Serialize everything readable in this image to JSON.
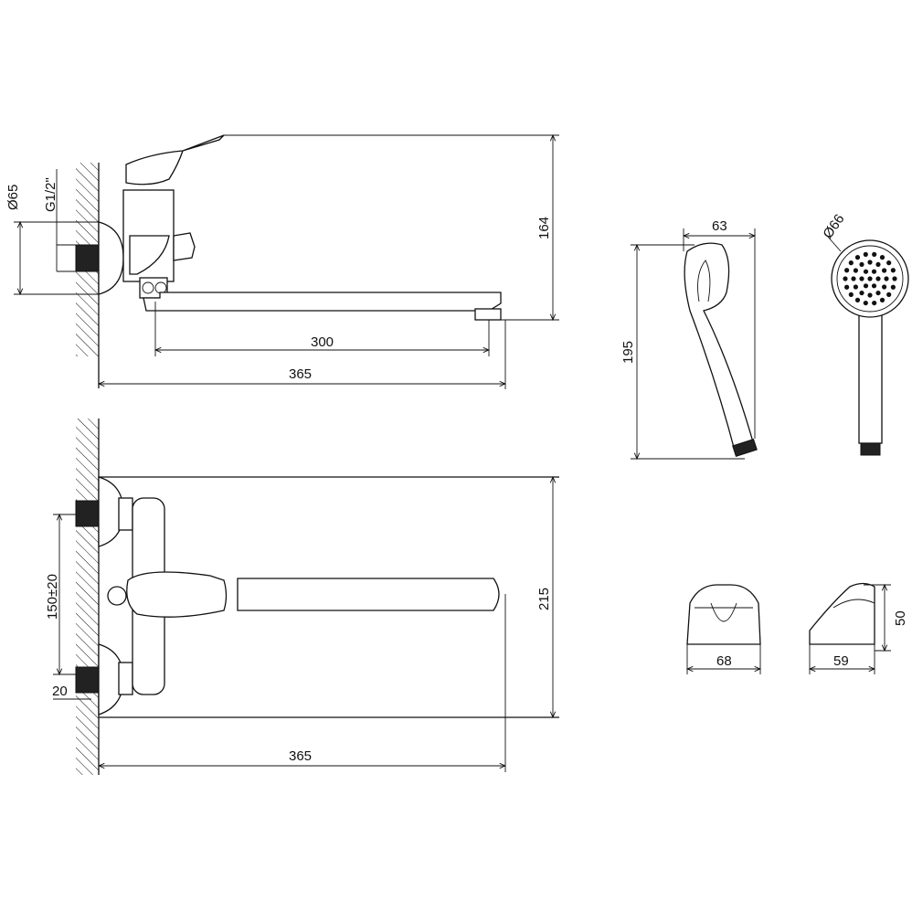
{
  "title": "Wall-mounted bath mixer with long spout – dimension drawing",
  "colors": {
    "line": "#111111",
    "background": "#ffffff"
  },
  "side_view": {
    "dim_flange_diameter": "Ø65",
    "dim_thread": "G1/2\"",
    "dim_height": "164",
    "dim_spout_reach": "300",
    "dim_total_length": "365"
  },
  "hand_shower": {
    "dim_head_width": "63",
    "dim_length": "195",
    "dim_head_diameter": "Ø66"
  },
  "top_view": {
    "dim_center_distance": "150±20",
    "dim_thread_length": "20",
    "dim_depth": "215",
    "dim_total_length": "365"
  },
  "holder": {
    "dim_front_width": "68",
    "dim_side_depth": "59",
    "dim_height": "50"
  }
}
